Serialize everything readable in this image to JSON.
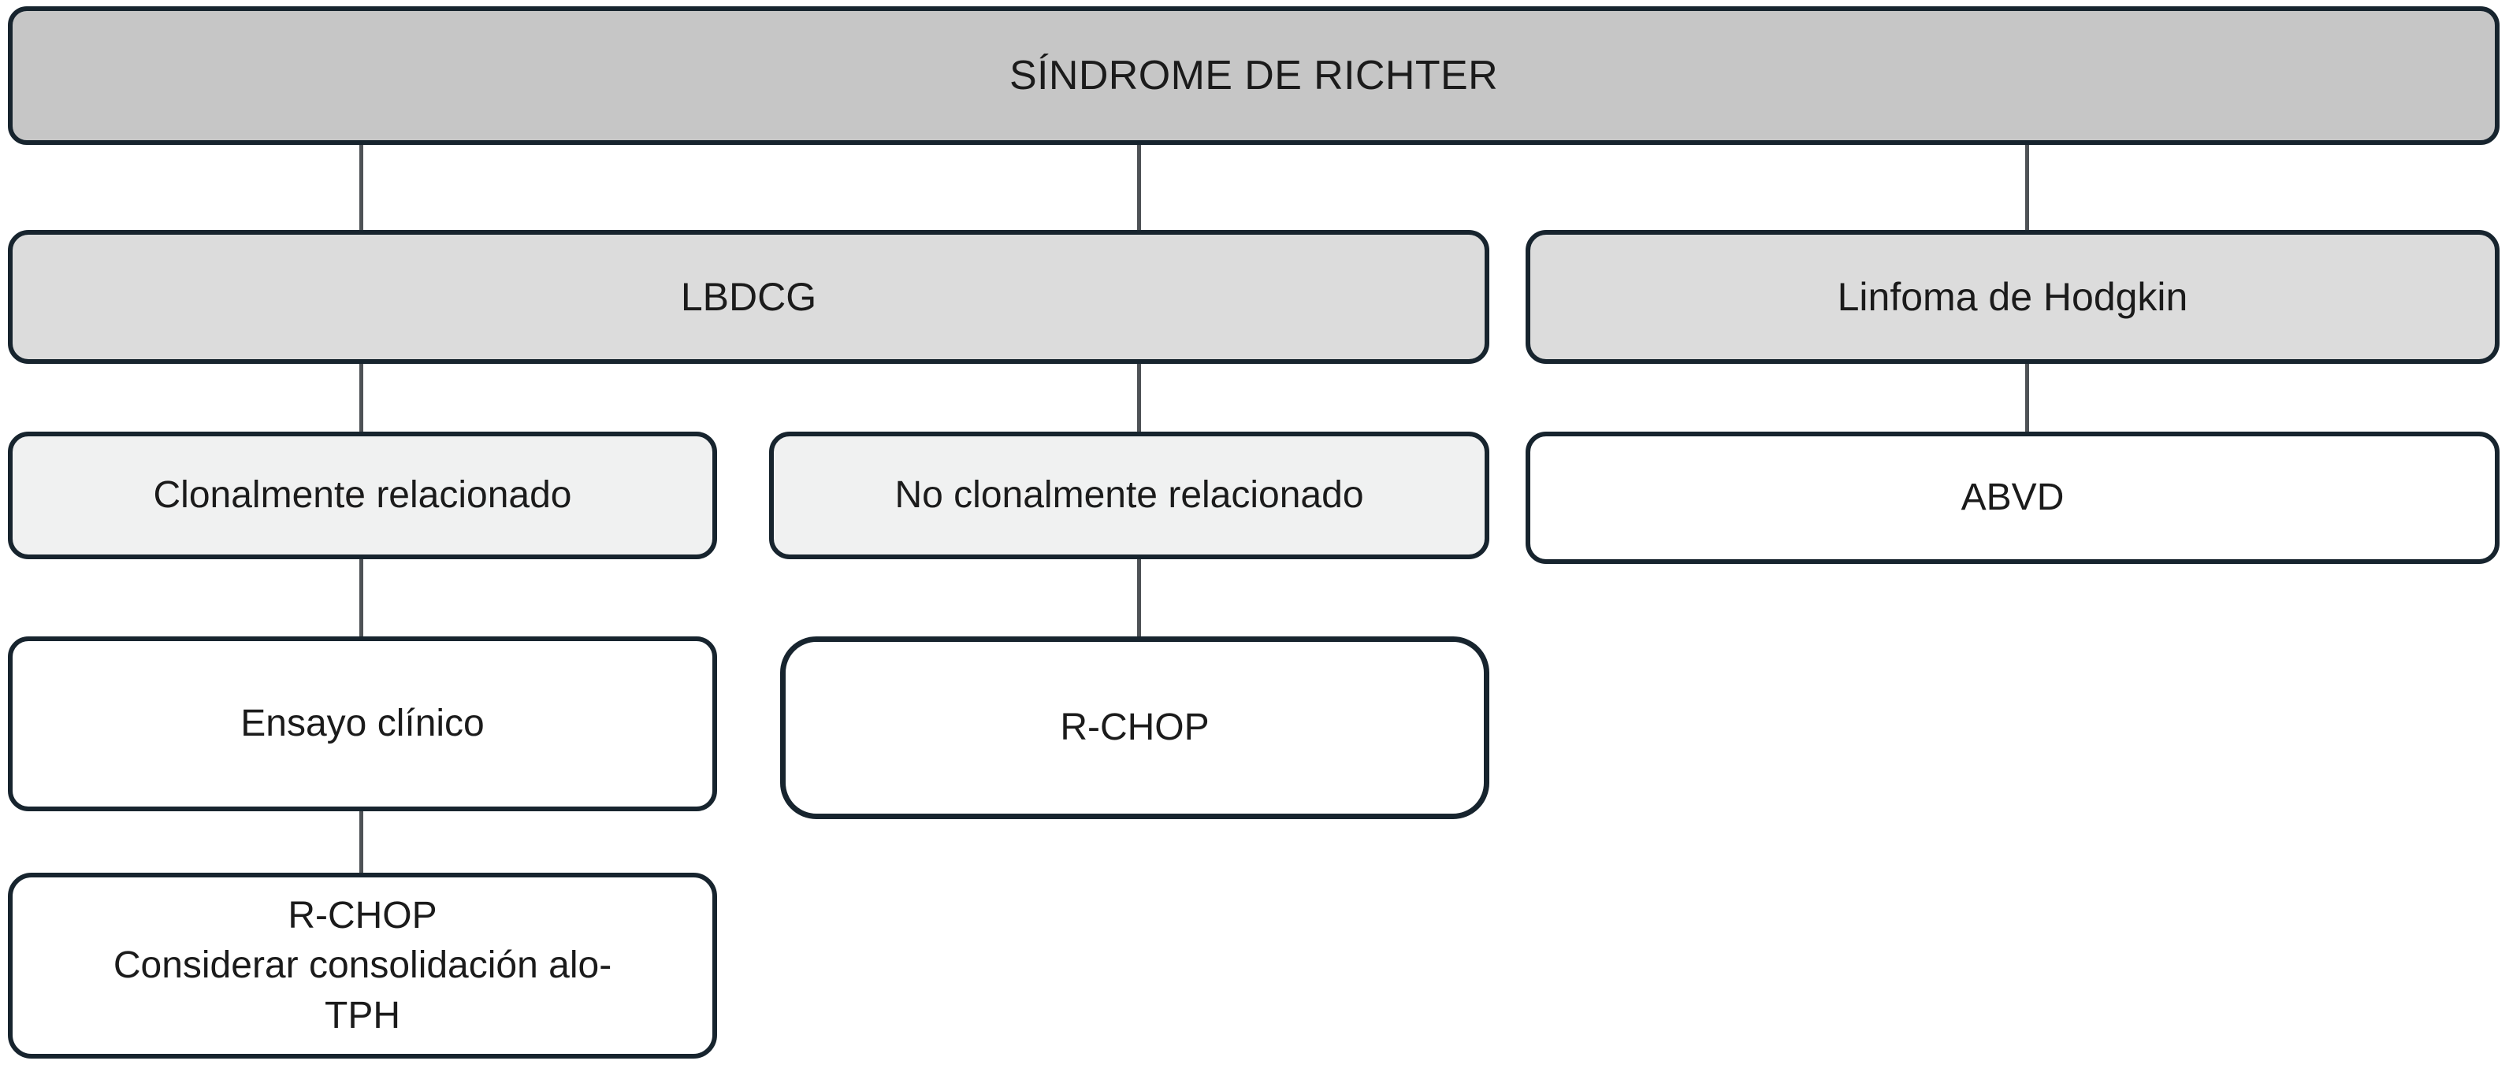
{
  "diagram": {
    "title": "SÍNDROME DE RICHTER",
    "type": "flowchart",
    "orientation": "top-down",
    "language": "es",
    "colors": {
      "border": "#17242e",
      "connector": "#4e5256",
      "root_fill": "#c6c6c6",
      "level2_fill": "#dcdcdc",
      "level3_fill": "#f0f1f1",
      "leaf_fill": "#ffffff",
      "text": "#1b1b1b",
      "background": "#ffffff"
    }
  },
  "nodes": {
    "root": {
      "id": "richter",
      "label": "SÍNDROME DE RICHTER"
    },
    "lbdcg": {
      "id": "lbdcg",
      "label": "LBDCG"
    },
    "hodgkin": {
      "id": "hodgkin",
      "label": "Linfoma de Hodgkin"
    },
    "clonal": {
      "id": "clonal",
      "label": "Clonalmente relacionado"
    },
    "no_clonal": {
      "id": "no-clonal",
      "label": "No clonalmente relacionado"
    },
    "abvd": {
      "id": "abvd",
      "label": "ABVD"
    },
    "ensayo": {
      "id": "ensayo-clinico",
      "label": "Ensayo clínico"
    },
    "rchop_mid": {
      "id": "rchop",
      "label": "R-CHOP"
    },
    "rchop_consolidacion": {
      "id": "rchop-consolidacion",
      "label": "R-CHOP\nConsiderar consolidación alo-\nTPH",
      "line1": "R-CHOP",
      "line2": "Considerar consolidación alo-",
      "line3": "TPH"
    }
  },
  "edges": [
    {
      "from": "richter",
      "to": "lbdcg"
    },
    {
      "from": "richter",
      "to": "lbdcg-right"
    },
    {
      "from": "richter",
      "to": "hodgkin"
    },
    {
      "from": "lbdcg",
      "to": "clonal"
    },
    {
      "from": "lbdcg",
      "to": "no_clonal"
    },
    {
      "from": "hodgkin",
      "to": "abvd"
    },
    {
      "from": "clonal",
      "to": "ensayo"
    },
    {
      "from": "no_clonal",
      "to": "rchop_mid"
    },
    {
      "from": "ensayo",
      "to": "rchop_consolidacion"
    }
  ]
}
